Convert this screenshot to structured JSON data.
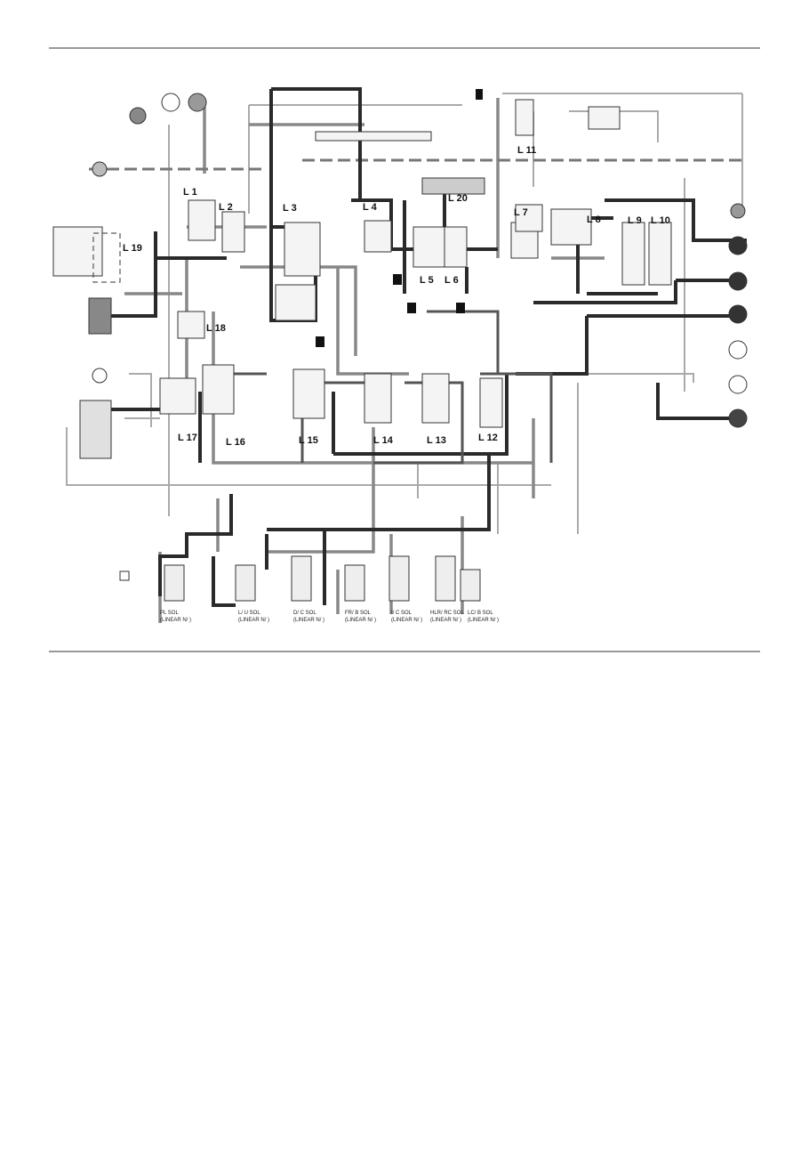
{
  "diagram": {
    "circuit_labels": [
      "L 1",
      "L 2",
      "L 3",
      "L 4",
      "L 5",
      "L 6",
      "L 7",
      "L 8",
      "L 9",
      "L 10",
      "L 11",
      "L 12",
      "L 13",
      "L 14",
      "L 15",
      "L 16",
      "L 17",
      "L 18",
      "L 19",
      "L 20"
    ],
    "solenoids": [
      {
        "line1": "PL SOL",
        "line2": "(LINEAR N/ )"
      },
      {
        "line1": "L/ U SOL",
        "line2": "(LINEAR N/ )"
      },
      {
        "line1": "D/ C SOL",
        "line2": "(LINEAR N/ )"
      },
      {
        "line1": "FR/ B SOL",
        "line2": "(LINEAR N/ )"
      },
      {
        "line1": "I/ C SOL",
        "line2": "(LINEAR N/ )"
      },
      {
        "line1": "HLR/ RC SOL",
        "line2": "(LINEAR N/ )"
      },
      {
        "line1": "LC/ B SOL",
        "line2": "(LINEAR N/ )"
      }
    ]
  }
}
